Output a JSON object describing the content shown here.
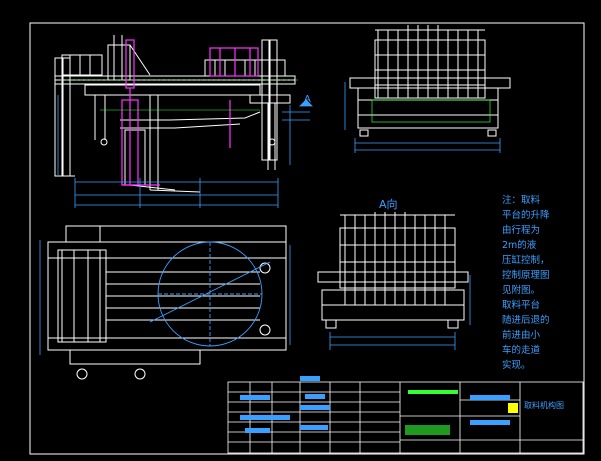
{
  "drawing": {
    "view_label": "A向",
    "section_arrow_label": "A",
    "note_text": "注：取料\n平台的升降\n由行程为\n2m的液\n压缸控制，\n控制原理图\n见附图。\n取料平台\n随进后退的\n前进由小\n车的走道\n实现。",
    "title_block_name": "取料机构图",
    "colors": {
      "background": "#000000",
      "lines": "#ffffff",
      "dimensions": "#3aa0ff",
      "frame_yellow": "#ffff00",
      "highlight": "#ff33ff",
      "guides": "#33ff33"
    }
  }
}
